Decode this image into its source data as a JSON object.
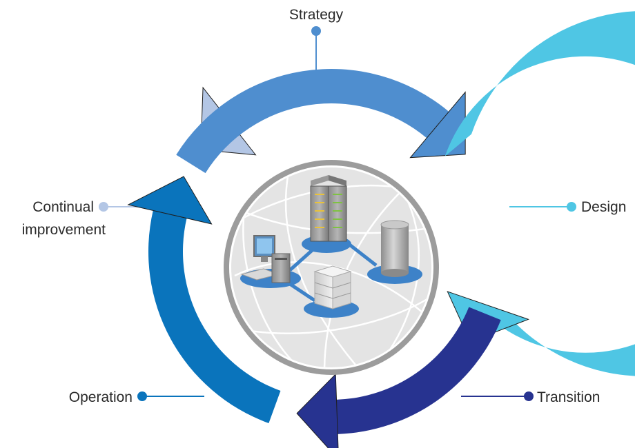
{
  "stages": [
    {
      "id": "strategy",
      "label": "Strategy",
      "color": "#4F8ECF"
    },
    {
      "id": "design",
      "label": "Design",
      "color": "#4FC6E4"
    },
    {
      "id": "transition",
      "label": "Transition",
      "color": "#273390"
    },
    {
      "id": "operation",
      "label": "Operation",
      "color": "#0A74BC"
    },
    {
      "id": "continual",
      "label_lines": [
        "Continual",
        "improvement"
      ],
      "color": "#B3C6E5"
    }
  ],
  "hub": {
    "ring_color": "#999999",
    "globe_color": "#E4E4E4",
    "pad_color": "#3D82C8",
    "icons": [
      "workstation-icon",
      "server-rack-icon",
      "database-icon",
      "storage-unit-icon"
    ]
  }
}
